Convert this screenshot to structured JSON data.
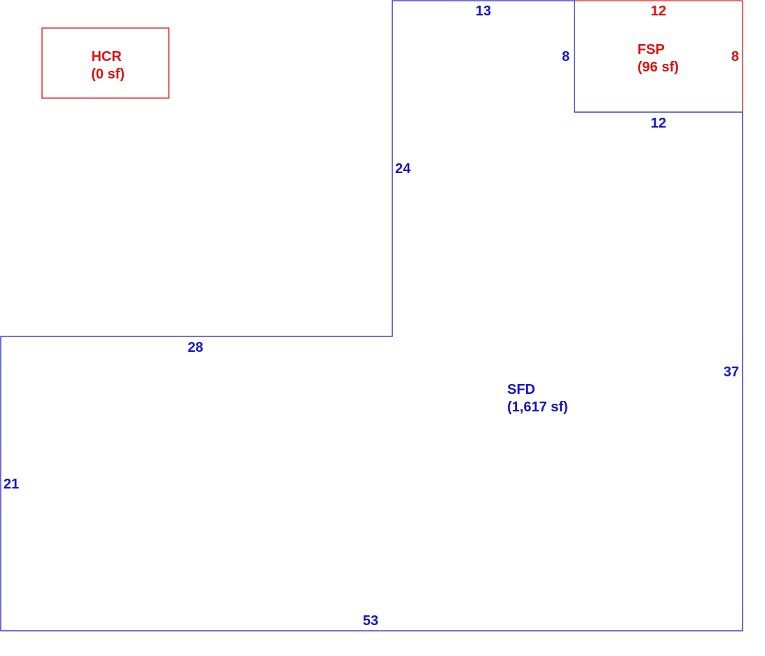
{
  "colors": {
    "main_structure": "#1a1ad0",
    "additions": "#e01010",
    "background": "#ffffff"
  },
  "areas": {
    "sfd": {
      "code": "SFD",
      "area": "(1,617 sf)"
    },
    "fsp": {
      "code": "FSP",
      "area": "(96 sf)"
    },
    "hcr": {
      "code": "HCR",
      "area": "(0 sf)"
    }
  },
  "dimensions": {
    "sfd_top": "13",
    "sfd_inner_vertical": "24",
    "sfd_inner_horizontal": "28",
    "sfd_left": "21",
    "sfd_bottom": "53",
    "sfd_right": "37",
    "fsp_top": "12",
    "fsp_left": "8",
    "fsp_right": "8",
    "fsp_bottom": "12"
  }
}
